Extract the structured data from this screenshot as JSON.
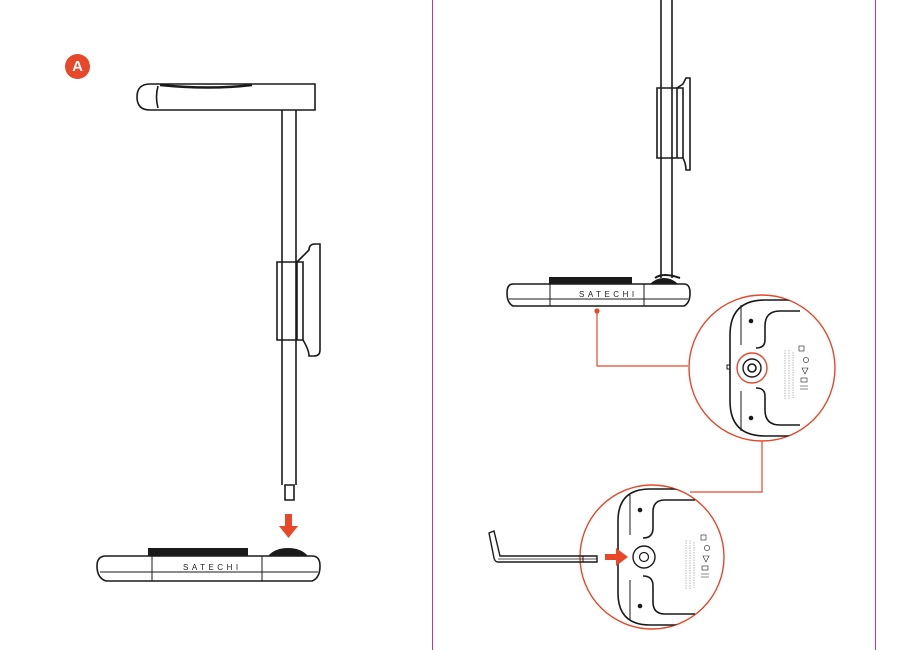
{
  "step": {
    "label": "A"
  },
  "brand": {
    "left_base": "SATECHI",
    "right_base": "SATECHI"
  },
  "colors": {
    "accent": "#e8472a",
    "divider": "#c0389a",
    "line": "#1a1a1a"
  },
  "icons": {
    "down_arrow": "down-arrow-icon",
    "right_arrow": "right-arrow-icon",
    "hex_key": "hex-key-icon",
    "screw": "screw-icon"
  }
}
